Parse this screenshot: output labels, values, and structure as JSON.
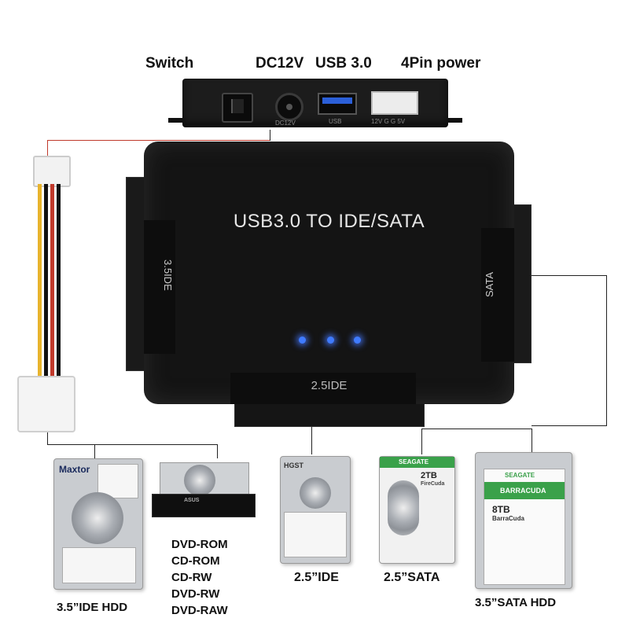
{
  "top_labels": {
    "switch": "Switch",
    "dc": "DC12V",
    "usb": "USB 3.0",
    "power": "4Pin power"
  },
  "port_text": {
    "dc": "DC12V",
    "usb": "USB",
    "power": "12V G G 5V"
  },
  "adapter": {
    "title": "USB3.0 TO IDE/SATA",
    "port_left": "3.5IDE",
    "port_right": "SATA",
    "port_bottom": "2.5IDE",
    "led_color": "#3f7bff"
  },
  "drives": {
    "ide35": {
      "brand": "Maxtor",
      "caption": "3.5”IDE HDD"
    },
    "optical": {
      "brand": "ASUS",
      "formats": [
        "DVD-ROM",
        "CD-ROM",
        "CD-RW",
        "DVD-RW",
        "DVD-RAW"
      ]
    },
    "ide25": {
      "brand": "HGST",
      "caption": "2.5”IDE"
    },
    "sata25": {
      "brand": "SEAGATE",
      "size": "2TB",
      "model": "FireCuda",
      "caption": "2.5”SATA"
    },
    "sata35": {
      "brand": "SEAGATE",
      "series": "BARRACUDA",
      "size": "8TB",
      "model": "BarraCuda",
      "caption": "3.5”SATA HDD"
    }
  },
  "colors": {
    "adapter": "#141414",
    "seagate_green": "#3aa14a",
    "cable_red": "#c0392b",
    "cable_yellow": "#e8b32c",
    "cable_black": "#111111"
  }
}
